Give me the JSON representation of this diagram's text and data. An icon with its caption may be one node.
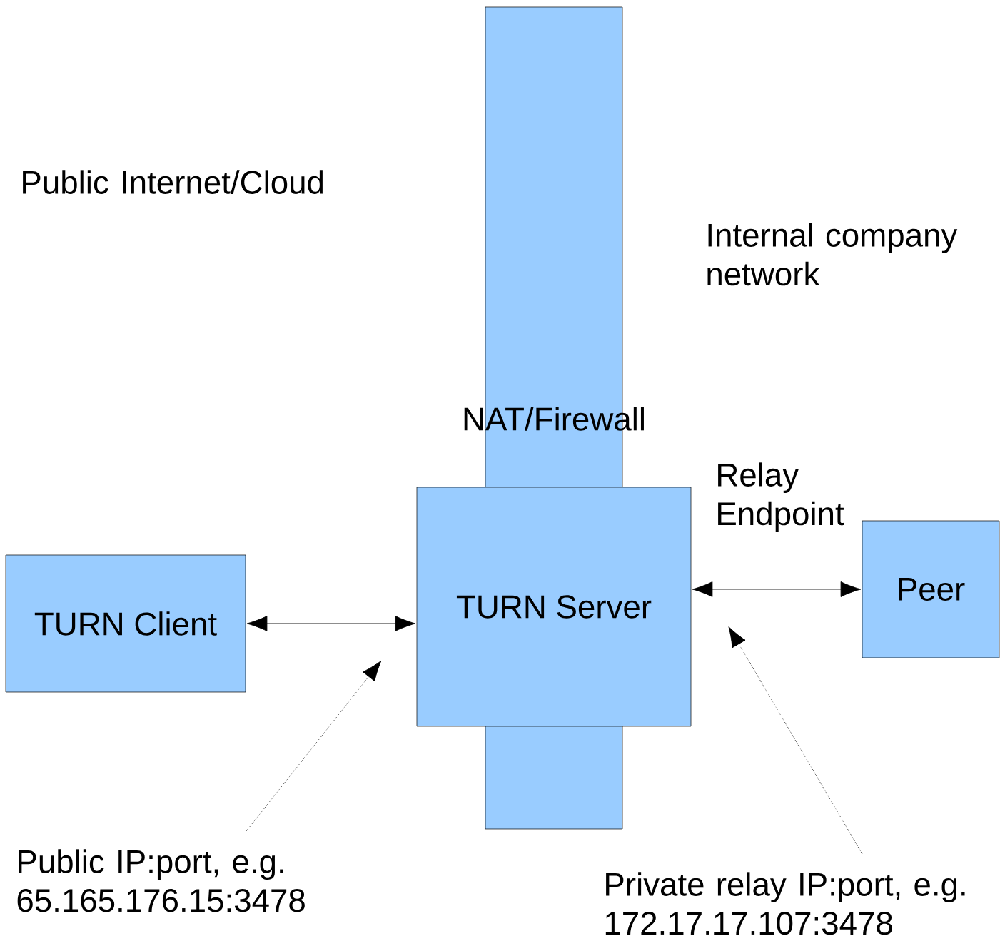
{
  "diagram": {
    "nodes": [
      {
        "text": [
          "NAT/Firewall"
        ]
      },
      {
        "text": [
          "TURN Client"
        ]
      },
      {
        "text": [
          "TURN Server"
        ]
      },
      {
        "text": [
          "Peer"
        ]
      },
      {
        "text": [
          "Public IP:port, e.g. 65.165.176.15:3478"
        ]
      },
      {
        "text": [
          "Private relay IP:port, e.g. 172.17.17.107:3478"
        ]
      }
    ],
    "edges": [
      {
        "from": 1,
        "to": 2,
        "arrow": "both"
      },
      {
        "from": 2,
        "to": 3,
        "arrow": "both"
      },
      {
        "from": 4,
        "to": null,
        "arrow": "to",
        "style": "dashed"
      },
      {
        "from": 5,
        "to": null,
        "arrow": "to",
        "style": "dashed"
      }
    ],
    "labels": [
      "Public Internet/Cloud",
      "Internal company network",
      "Relay Endpoint"
    ]
  }
}
